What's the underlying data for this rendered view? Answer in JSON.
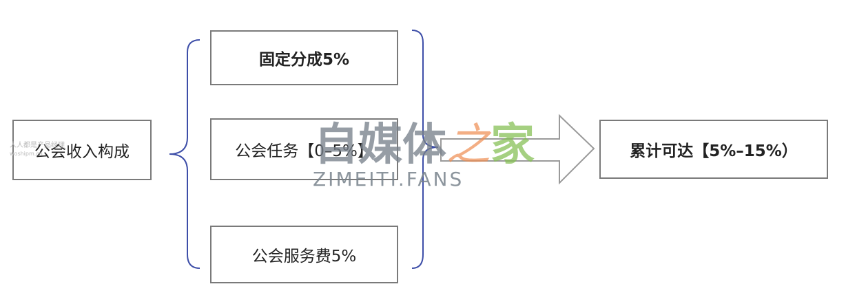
{
  "nodes": {
    "root": "公会收入构成",
    "fixed_share": "固定分成5%",
    "guild_task": "公会任务【0–5%】",
    "service_fee": "公会服务费5%",
    "total": "累计可达【5%–15%）"
  },
  "watermarks": {
    "site_name": "人人都是产品经理",
    "site_url": "woshipm.cn",
    "brand_cn_1": "自媒体",
    "brand_cn_2": "之",
    "brand_cn_3": "家",
    "brand_en": "ZIMEITI.FANS"
  },
  "colors": {
    "brace": "#3d4ea8",
    "box_border": "#7a7a7a",
    "arrow_border": "#9a9a9a"
  }
}
